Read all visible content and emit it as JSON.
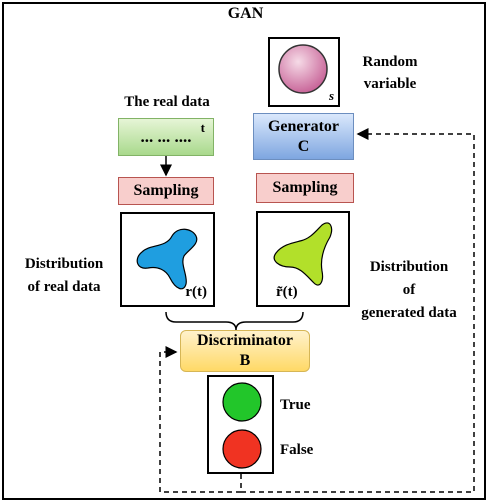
{
  "title": "GAN",
  "random_variable": {
    "label_line1": "Random",
    "label_line2": "variable",
    "symbol": "s"
  },
  "real_data": {
    "label": "The real data",
    "dots": "... ... ....",
    "t_mark": "t"
  },
  "generator": {
    "line1": "Generator",
    "line2": "C"
  },
  "sampling_left": "Sampling",
  "sampling_right": "Sampling",
  "real_distribution": {
    "symbol": "r(t)",
    "label_line1": "Distribution",
    "label_line2": "of real data"
  },
  "generated_distribution": {
    "symbol": "r̃(t)",
    "label_line1": "Distribution",
    "label_line2": "of",
    "label_line3": "generated data"
  },
  "discriminator": {
    "line1": "Discriminator",
    "line2": "B"
  },
  "outputs": {
    "true_label": "True",
    "false_label": "False"
  },
  "colors": {
    "real_shape": "#1f9ee0",
    "generated_shape": "#b2e02a",
    "sphere": "#d98fb0",
    "true_light": "#22c62a",
    "false_light": "#f03322"
  }
}
